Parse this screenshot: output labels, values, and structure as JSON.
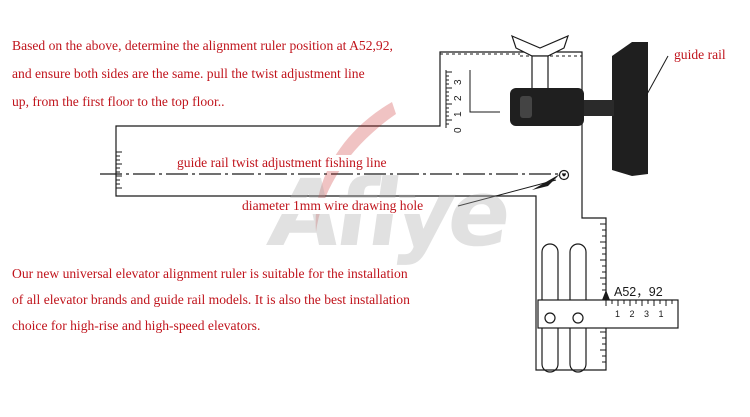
{
  "instructions": {
    "line1": "Based on the above, determine the alignment ruler position at A52,92,",
    "line2": "and ensure both sides are the same. pull the twist adjustment line",
    "line3": "up, from the first floor to the top floor.."
  },
  "description": {
    "line1": "Our new universal elevator alignment ruler is suitable for the installation",
    "line2": "of all elevator brands and guide rail models. It is also the best installation",
    "line3": "choice for high-rise and high-speed elevators."
  },
  "labels": {
    "guide_rail": "guide rail",
    "fishing_line": "guide rail twist adjustment fishing line",
    "wire_hole": "diameter 1mm wire drawing hole"
  },
  "ruler": {
    "position_callout": "A52，92",
    "upper_scale": [
      "0",
      "1",
      "2",
      "3"
    ],
    "lower_scale": [
      "1",
      "2",
      "3",
      "1"
    ]
  },
  "watermark": {
    "text": "Aflye"
  },
  "colors": {
    "annotation": "#c0141c",
    "drawing": "#1a1a1a",
    "watermark": "#aaaaaa"
  }
}
